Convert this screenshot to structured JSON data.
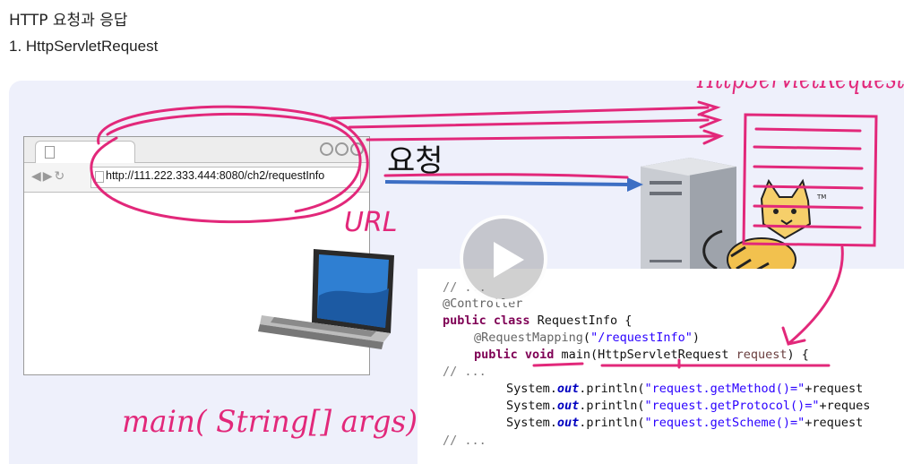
{
  "header": {
    "title": "HTTP 요청과 응답",
    "subtitle": "1. HttpServletRequest"
  },
  "slide": {
    "browser_url": "http://111.222.333.444:8080/ch2/requestInfo",
    "request_label": "요청",
    "handwriting": {
      "url": "URL",
      "http_servlet_request": "HttpServletRequest",
      "main_args": "main( String[] args)"
    },
    "trademark": "TM",
    "code": {
      "comment": "// ...",
      "controller_annotation": "@Controller",
      "kw_public_class": "public class",
      "class_name": " RequestInfo {",
      "request_mapping": "@RequestMapping",
      "mapping_path": "\"/requestInfo\"",
      "kw_public_void": "public void",
      "method_sig_pre": " main(HttpServletRequest ",
      "param_name": "request",
      "method_sig_post": ") {",
      "print_prefix": "System.",
      "out": "out",
      "println": ".println(",
      "str_method": "\"request.getMethod()=\"",
      "str_protocol": "\"request.getProtocol()=\"",
      "str_scheme": "\"request.getScheme()=\"",
      "concat_request": "+request",
      "concat_reques": "+reques"
    }
  },
  "colors": {
    "marker": "#e2287a",
    "arrow_blue": "#3d6fc4",
    "slide_bg": "#eef0fb"
  },
  "icons": [
    "play-icon",
    "laptop-icon",
    "server-icon",
    "tomcat-icon",
    "browser-back-forward-icons",
    "refresh-icon"
  ]
}
